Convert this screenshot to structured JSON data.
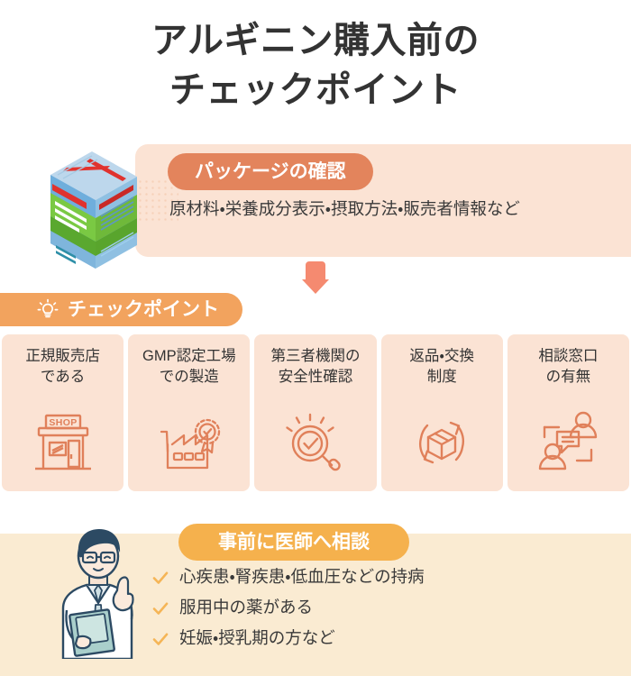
{
  "title": {
    "line1": "アルギニン購入前の",
    "line2": "チェックポイント"
  },
  "package_section": {
    "badge_label": "パッケージの確認",
    "body_text": "原材料・栄養成分表示・摂取方法・販売者情報など",
    "package_icon": "supplement-box-icon",
    "arrow_icon": "arrow-down-icon"
  },
  "checkpoint_section": {
    "badge_label": "チェックポイント",
    "badge_icon": "lightbulb-icon",
    "cards": [
      {
        "label": "正規販売店\nである",
        "icon": "shop-storefront-icon"
      },
      {
        "label": "GMP認定工場\nでの製造",
        "icon": "factory-certified-icon"
      },
      {
        "label": "第三者機関の\n安全性確認",
        "icon": "magnifier-check-icon"
      },
      {
        "label": "返品・交換\n制度",
        "icon": "return-box-icon"
      },
      {
        "label": "相談窓口\nの有無",
        "icon": "consultation-people-icon"
      }
    ]
  },
  "doctor_section": {
    "badge_label": "事前に医師へ相談",
    "doctor_icon": "doctor-pointing-icon",
    "checklist": [
      {
        "text": "心疾患・腎疾患・低血圧などの持病",
        "icon": "check-icon"
      },
      {
        "text": "服用中の薬がある",
        "icon": "check-icon"
      },
      {
        "text": "妊娠・授乳期の方など",
        "icon": "check-icon"
      }
    ]
  },
  "colors": {
    "coral": "#E3845C",
    "coral_light": "#FBE3D4",
    "orange": "#F2A35E",
    "amber": "#F5B14D",
    "cream": "#FAEBD2",
    "arrow": "#F58A70",
    "text_dark": "#333333",
    "box_green": "#7AC943",
    "box_blue": "#7FB5DC",
    "doctor_navy": "#2C4A63"
  }
}
